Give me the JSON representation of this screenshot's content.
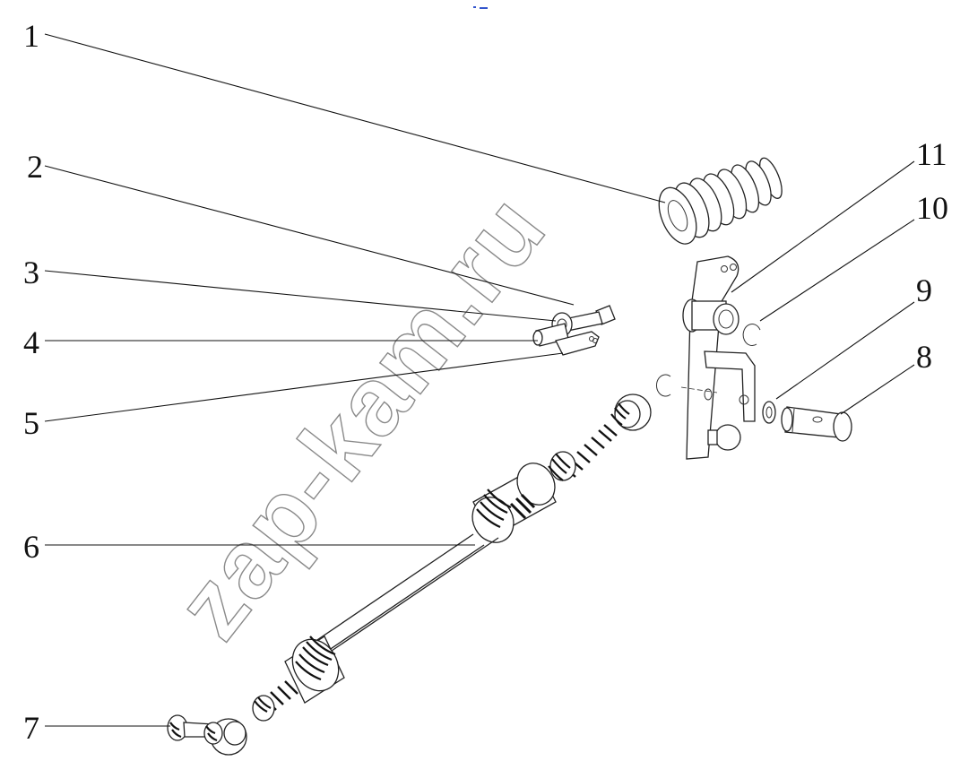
{
  "diagram": {
    "callouts": [
      "1",
      "2",
      "3",
      "4",
      "5",
      "6",
      "7",
      "8",
      "9",
      "10",
      "11"
    ],
    "watermark": "zap-kam.ru",
    "colors": {
      "line": "#111111",
      "watermark": "#8a8a8a",
      "background": "#ffffff",
      "marker": "#3355cc"
    }
  }
}
